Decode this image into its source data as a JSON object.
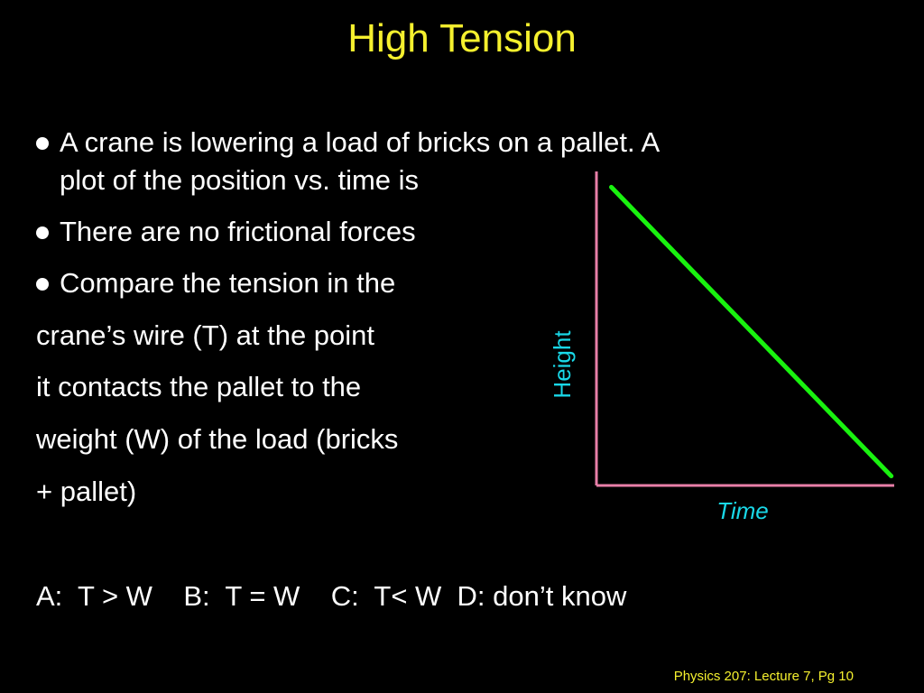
{
  "slide": {
    "title": "High Tension",
    "bullets": [
      {
        "line1": "A crane is lowering a load of bricks on a pallet.  A",
        "line2": "plot of the position vs. time is"
      },
      {
        "line1": "There are no frictional forces"
      },
      {
        "line1": "Compare the tension in the"
      }
    ],
    "continuation_lines": [
      "crane’s wire (T) at the point",
      "it contacts the pallet to the",
      "weight (W) of the load (bricks",
      "+ pallet)"
    ],
    "answers": "A:  T > W    B:  T = W    C:  T< W  D: don’t know",
    "footer": "Physics 207: Lecture 7, Pg 10"
  },
  "plot": {
    "ylabel": "Height",
    "xlabel": "Time",
    "axis_color": "#e87fa8",
    "line_color": "#19f20f",
    "label_color": "#19d8e8"
  },
  "chart_data": {
    "type": "line",
    "title": "",
    "xlabel": "Time",
    "ylabel": "Height",
    "series": [
      {
        "x": [
          0.05,
          0.99
        ],
        "y": [
          0.95,
          0.03
        ]
      }
    ],
    "xlim": [
      0,
      1
    ],
    "ylim": [
      0,
      1
    ],
    "grid": false
  }
}
